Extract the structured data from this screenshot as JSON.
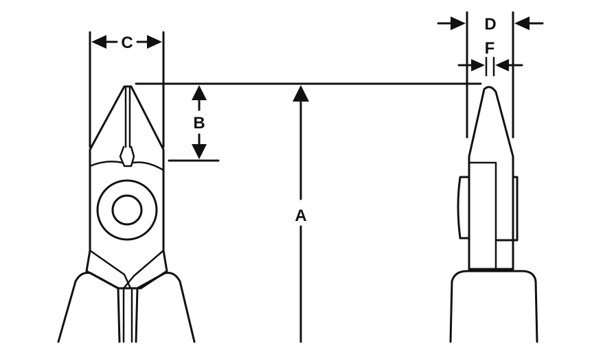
{
  "diagram": {
    "labels": {
      "a": "A",
      "b": "B",
      "c": "C",
      "d": "D",
      "f": "F"
    },
    "colors": {
      "line": "#111111",
      "background": "#ffffff"
    }
  }
}
